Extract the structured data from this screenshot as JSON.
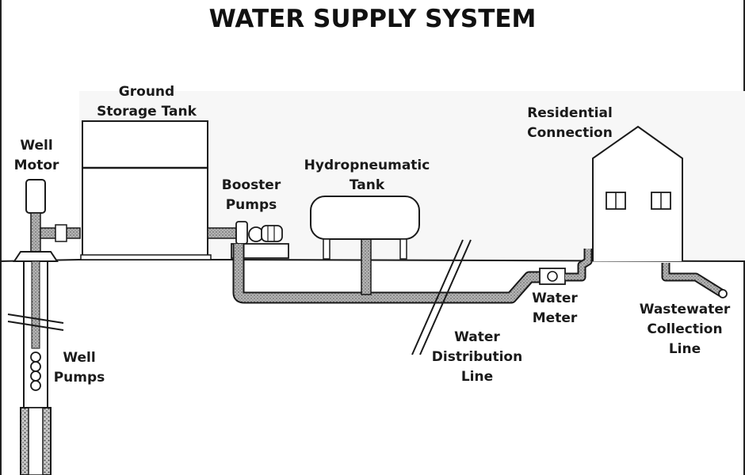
{
  "title": "WATER SUPPLY SYSTEM",
  "labels": {
    "well_motor": [
      "Well",
      "Motor"
    ],
    "ground_storage_tank": [
      "Ground",
      "Storage Tank"
    ],
    "booster_pumps": [
      "Booster",
      "Pumps"
    ],
    "hydropneumatic_tank": [
      "Hydropneumatic",
      "Tank"
    ],
    "residential_connection": [
      "Residential",
      "Connection"
    ],
    "well_pumps": [
      "Well",
      "Pumps"
    ],
    "water_distribution_line": [
      "Water",
      "Distribution",
      "Line"
    ],
    "water_meter": [
      "Water",
      "Meter"
    ],
    "wastewater_collection_line": [
      "Wastewater",
      "Collection",
      "Line"
    ]
  },
  "colors": {
    "ink": "#1a1a1a",
    "pipe_fill": "#9a9a9a",
    "ground_shade": "#f3f3f3"
  }
}
